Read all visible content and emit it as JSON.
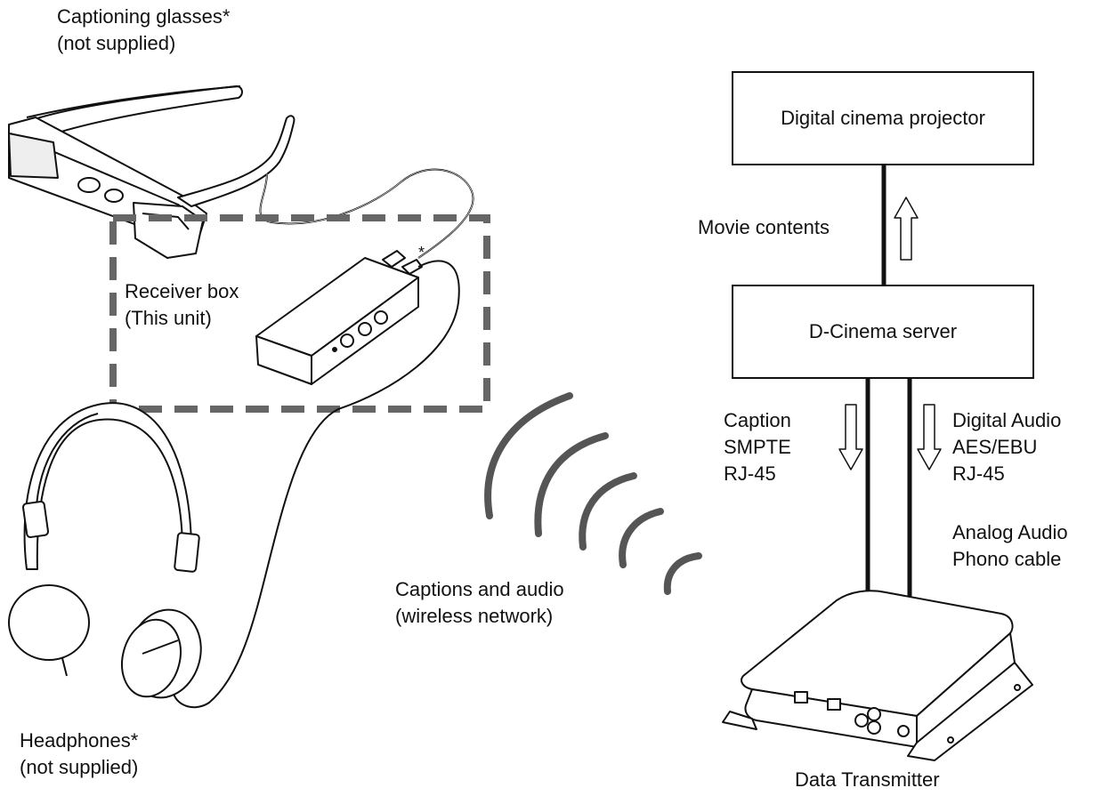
{
  "labels": {
    "captioning_glasses": [
      "Captioning glasses*",
      "(not supplied)"
    ],
    "receiver_box": [
      "Receiver box",
      "(This unit)"
    ],
    "headphones": [
      "Headphones*",
      "(not supplied)"
    ],
    "wireless": [
      "Captions and audio",
      "(wireless network)"
    ],
    "movie_contents": "Movie contents",
    "caption": [
      "Caption",
      "SMPTE",
      "RJ-45"
    ],
    "digital_audio": [
      "Digital Audio",
      "AES/EBU",
      "RJ-45"
    ],
    "analog_audio": [
      "Analog Audio",
      "Phono cable"
    ],
    "data_transmitter": "Data Transmitter",
    "connector_asterisk": "*"
  },
  "boxes": {
    "projector": "Digital cinema projector",
    "server": "D-Cinema server"
  },
  "colors": {
    "line": "#111111",
    "dash_box": "#666666",
    "waves": "#555555"
  }
}
